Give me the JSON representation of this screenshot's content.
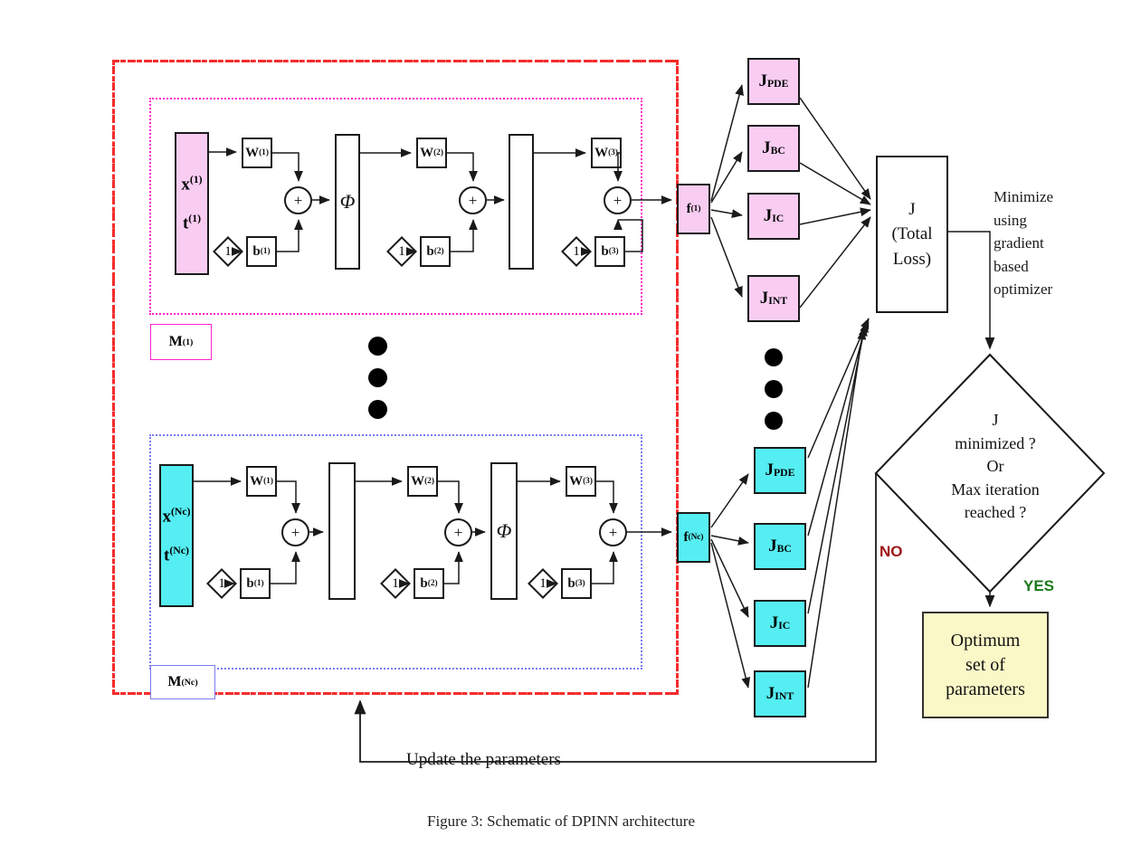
{
  "figure": {
    "caption": "Figure 3:  Schematic of DPINN architecture"
  },
  "colors": {
    "pink_fill": "#f9cdf2",
    "cyan_fill": "#55eef2",
    "yellow_fill": "#fbf8c8",
    "red_boundary": "#f42c2c",
    "magenta_boundary": "#ff22cc",
    "blue_boundary": "#7b7bf0",
    "no_label": "#9e1414",
    "yes_label": "#1a7a1a",
    "stroke": "#1a1a1a"
  },
  "blocks": [
    {
      "id": "block-1",
      "model_label": "M",
      "model_sup": "(1)",
      "input": {
        "x_label": "x",
        "x_sup": "(1)",
        "t_label": "t",
        "t_sup": "(1)"
      },
      "bias_source": "1",
      "weights": [
        {
          "label": "W",
          "sup": "(1)"
        },
        {
          "label": "W",
          "sup": "(2)"
        },
        {
          "label": "W",
          "sup": "(3)"
        }
      ],
      "biases": [
        {
          "label": "b",
          "sup": "(1)"
        },
        {
          "label": "b",
          "sup": "(2)"
        },
        {
          "label": "b",
          "sup": "(3)"
        }
      ],
      "sum_symbol": "+",
      "activations": [
        "Φ",
        ""
      ],
      "output": {
        "label": "f",
        "sup": "(1)"
      },
      "losses": [
        {
          "label": "J",
          "sub": "PDE"
        },
        {
          "label": "J",
          "sub": "BC"
        },
        {
          "label": "J",
          "sub": "IC"
        },
        {
          "label": "J",
          "sub": "INT"
        }
      ]
    },
    {
      "id": "block-nc",
      "model_label": "M",
      "model_sup": "(Nc)",
      "input": {
        "x_label": "x",
        "x_sup": "(Nc)",
        "t_label": "t",
        "t_sup": "(Nc)"
      },
      "bias_source": "1",
      "weights": [
        {
          "label": "W",
          "sup": "(1)"
        },
        {
          "label": "W",
          "sup": "(2)"
        },
        {
          "label": "W",
          "sup": "(3)"
        }
      ],
      "biases": [
        {
          "label": "b",
          "sup": "(1)"
        },
        {
          "label": "b",
          "sup": "(2)"
        },
        {
          "label": "b",
          "sup": "(3)"
        }
      ],
      "sum_symbol": "+",
      "activations": [
        "",
        "Φ"
      ],
      "output": {
        "label": "f",
        "sup": "(Nc)"
      },
      "losses": [
        {
          "label": "J",
          "sub": "PDE"
        },
        {
          "label": "J",
          "sub": "BC"
        },
        {
          "label": "J",
          "sub": "IC"
        },
        {
          "label": "J",
          "sub": "INT"
        }
      ]
    }
  ],
  "total_loss": {
    "line1": "J",
    "line2": "(Total",
    "line3": "Loss)"
  },
  "optimizer_note": "Minimize\nusing\ngradient\nbased\noptimizer",
  "decision": {
    "line1": "J",
    "line2": "minimized ?",
    "line3": "Or",
    "line4": "Max iteration",
    "line5": "reached ?",
    "no_label": "NO",
    "yes_label": "YES"
  },
  "result": {
    "line1": "Optimum",
    "line2": "set of",
    "line3": "parameters"
  },
  "feedback": {
    "label": "Update the parameters"
  },
  "ellipsis": {
    "symbol": "●",
    "count": 3
  }
}
